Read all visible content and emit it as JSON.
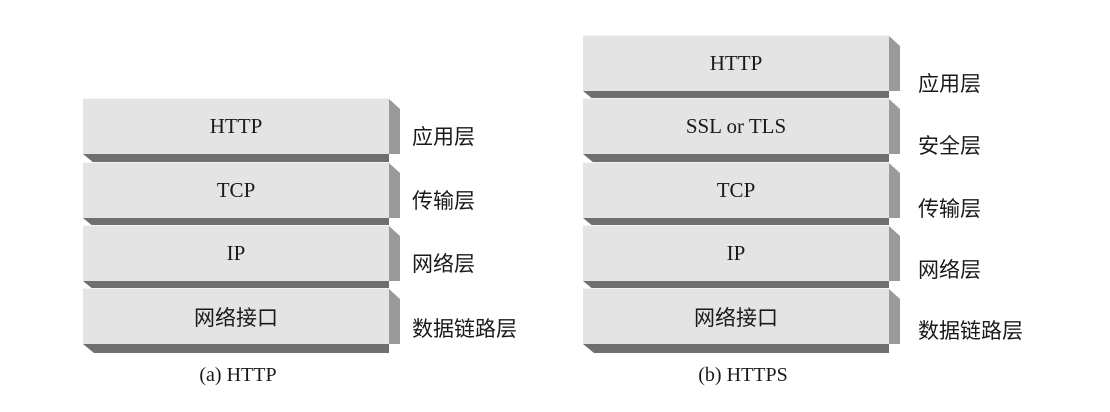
{
  "diagram_a": {
    "caption": "(a) HTTP",
    "layers": [
      "HTTP",
      "TCP",
      "IP",
      "网络接口"
    ],
    "labels": [
      "应用层",
      "传输层",
      "网络层",
      "数据链路层"
    ]
  },
  "diagram_b": {
    "caption": "(b) HTTPS",
    "layers": [
      "HTTP",
      "SSL or TLS",
      "TCP",
      "IP",
      "网络接口"
    ],
    "labels": [
      "应用层",
      "安全层",
      "传输层",
      "网络层",
      "数据链路层"
    ]
  }
}
